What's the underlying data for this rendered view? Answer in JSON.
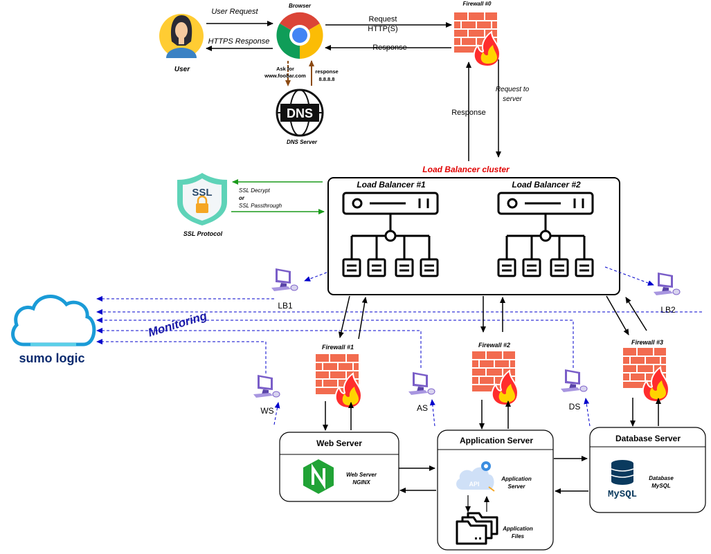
{
  "labels": {
    "user": "User",
    "user_request": "User Request",
    "https_response": "HTTPS Response",
    "browser": "Browser",
    "ask_for_1": "Ask for",
    "ask_for_2": "www.foobar.com",
    "response_ip_1": "response",
    "response_ip_2": "8.8.8.8",
    "dns_icon_text": "DNS",
    "dns_server": "DNS Server",
    "request_http_1": "Request",
    "request_http_2": "HTTP(S)",
    "response_fw0": "Response",
    "firewall0": "Firewall #0",
    "request_to_server_1": "Request to",
    "request_to_server_2": "server",
    "response_up": "Response",
    "lb_cluster": "Load Balancer cluster",
    "lb1": "Load Balancer #1",
    "lb2": "Load Balancer #2",
    "ssl_icon_text": "SSL",
    "ssl_decrypt": "SSL Decrypt",
    "ssl_or": "or",
    "ssl_passthrough": "SSL Passthrough",
    "ssl_protocol": "SSL Protocol",
    "mon_lb1": "LB1",
    "mon_lb2": "LB2",
    "monitoring": "Monitoring",
    "sumo_logic": "sumo logic",
    "firewall1": "Firewall #1",
    "firewall2": "Firewall #2",
    "firewall3": "Firewall #3",
    "mon_ws": "WS",
    "mon_as": "AS",
    "mon_ds": "DS",
    "web_server": "Web Server",
    "web_server_desc_1": "Web Server",
    "web_server_desc_2": "NGINX",
    "app_server": "Application Server",
    "app_server_desc_1": "Application",
    "app_server_desc_2": "Server",
    "api_text": "API",
    "app_files_1": "Application",
    "app_files_2": "Files",
    "db_server": "Database Server",
    "mysql_text": "MySQL",
    "db_desc_1": "Database",
    "db_desc_2": "MySQL"
  },
  "colors": {
    "firewall_brick": "#f26b4f",
    "firewall_flame": "#ff3b30",
    "cluster_label": "#e00000",
    "monitoring_label": "#1a1aa6",
    "monitor_arrow": "#0000cc",
    "ssl_arrow": "#1a9a1a",
    "dns_arrow": "#8b4a12",
    "sumo_blue": "#1a9bd7",
    "sumo_text": "#0a2a6e",
    "nginx_green": "#21a336",
    "mysql_blue": "#0a3a5e",
    "monitor_purple": "#7a5ec8"
  },
  "icons": {
    "user": "user-avatar-icon",
    "browser": "chrome-browser-icon",
    "dns": "dns-globe-icon",
    "firewall": "firewall-flame-icon",
    "ssl": "ssl-shield-lock-icon",
    "load_balancer": "server-network-icon",
    "monitor": "computer-monitor-icon",
    "sumo": "sumo-logic-cloud-icon",
    "nginx": "nginx-hexagon-icon",
    "api": "api-cloud-gear-icon",
    "files": "folder-stack-icon",
    "mysql": "mysql-database-icon"
  }
}
